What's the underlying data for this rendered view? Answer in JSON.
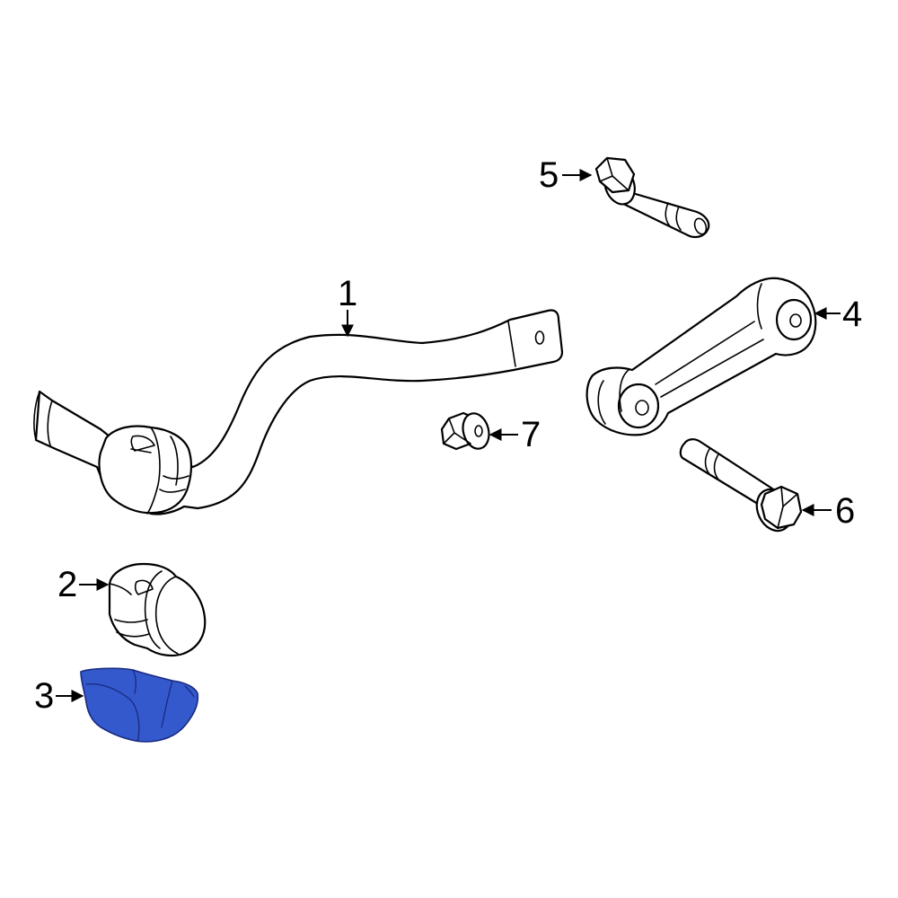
{
  "colors": {
    "highlight": "#3359cc",
    "line": "#000000",
    "background": "#ffffff"
  },
  "callouts": [
    {
      "label": "1",
      "part": "stabilizer-bar",
      "highlighted": false
    },
    {
      "label": "2",
      "part": "bushing",
      "highlighted": false
    },
    {
      "label": "3",
      "part": "bushing-bracket",
      "highlighted": true
    },
    {
      "label": "4",
      "part": "stabilizer-link",
      "highlighted": false
    },
    {
      "label": "5",
      "part": "upper-bolt",
      "highlighted": false
    },
    {
      "label": "6",
      "part": "lower-bolt",
      "highlighted": false
    },
    {
      "label": "7",
      "part": "nut",
      "highlighted": false
    }
  ]
}
